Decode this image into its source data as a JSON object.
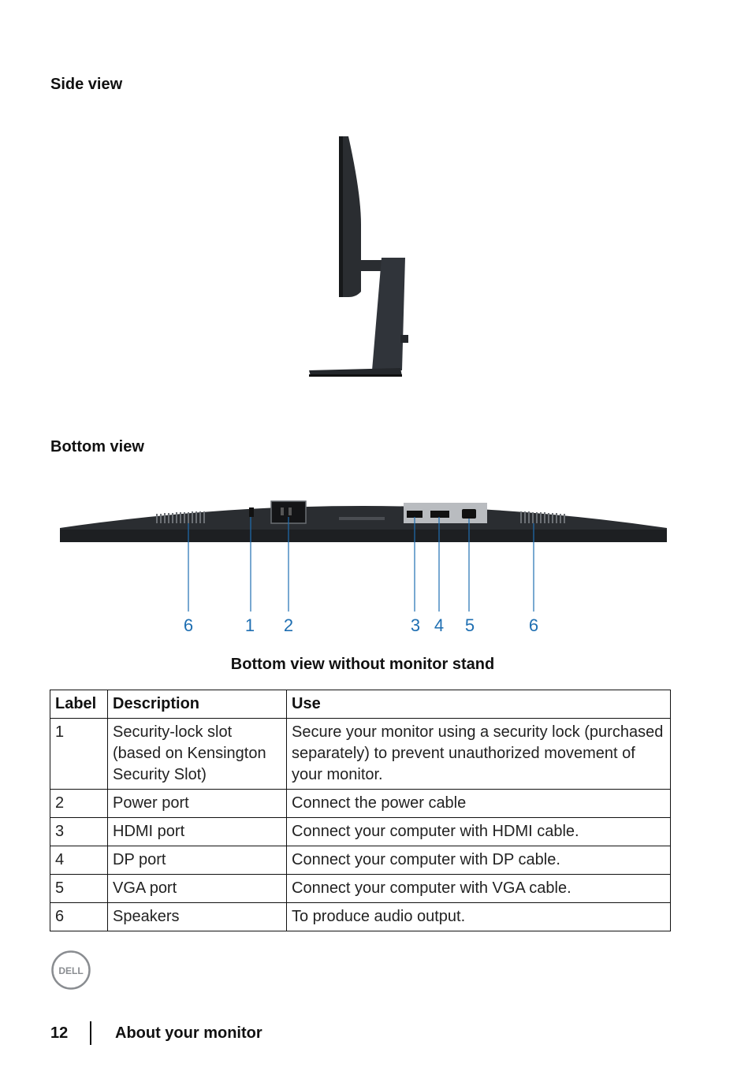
{
  "sections": {
    "side_view_title": "Side view",
    "bottom_view_title": "Bottom view",
    "figure_caption": "Bottom view without monitor stand"
  },
  "callouts": [
    "6",
    "1",
    "2",
    "3",
    "4",
    "5",
    "6"
  ],
  "colors": {
    "callout": "#1f6fb2",
    "monitor_body": "#2a2d31",
    "port_panel": "#b9bcc0"
  },
  "table": {
    "headers": {
      "label": "Label",
      "description": "Description",
      "use": "Use"
    },
    "rows": [
      {
        "label": "1",
        "description": "Security-lock slot (based on Kensington Security Slot)",
        "use": "Secure your monitor using a security lock (purchased separately) to prevent unauthorized movement of your monitor."
      },
      {
        "label": "2",
        "description": "Power port",
        "use": "Connect the power cable"
      },
      {
        "label": "3",
        "description": "HDMI port",
        "use": "Connect your computer with HDMI cable."
      },
      {
        "label": "4",
        "description": "DP port",
        "use": "Connect your computer with DP cable."
      },
      {
        "label": "5",
        "description": "VGA port",
        "use": "Connect your computer with VGA cable."
      },
      {
        "label": "6",
        "description": "Speakers",
        "use": "To produce audio output."
      }
    ]
  },
  "logo": {
    "text": "DELL",
    "icon": "dell-logo-icon"
  },
  "footer": {
    "page_number": "12",
    "title": "About your monitor"
  }
}
